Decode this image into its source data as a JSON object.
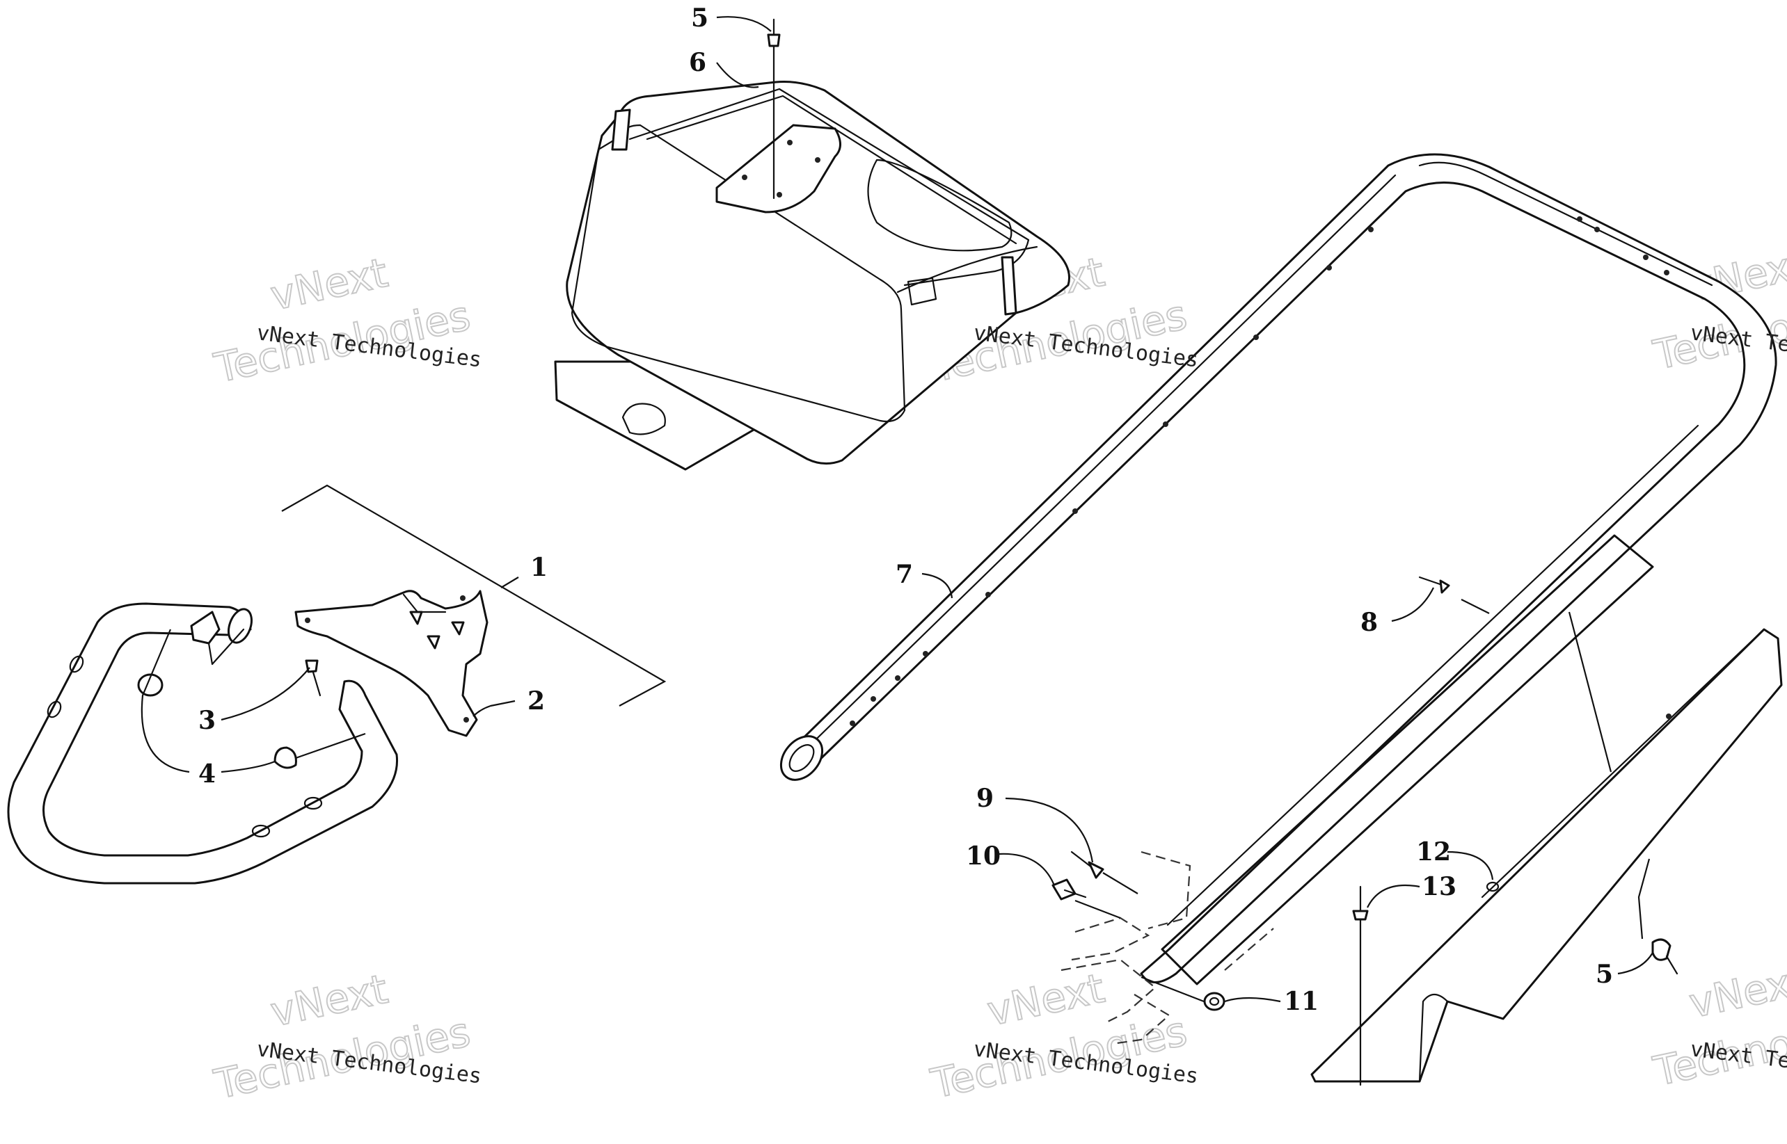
{
  "callouts": {
    "c1": "1",
    "c2": "2",
    "c3": "3",
    "c4": "4",
    "c5a": "5",
    "c5b": "5",
    "c6": "6",
    "c7": "7",
    "c8": "8",
    "c9": "9",
    "c10": "10",
    "c11": "11",
    "c12": "12",
    "c13": "13"
  },
  "watermark": {
    "company": "vNext Technologies",
    "line1": "vNext",
    "line2": "Technologies"
  },
  "colors": {
    "ink": "#111111",
    "watermark_outline": "#c8c8c8",
    "background": "#ffffff"
  }
}
